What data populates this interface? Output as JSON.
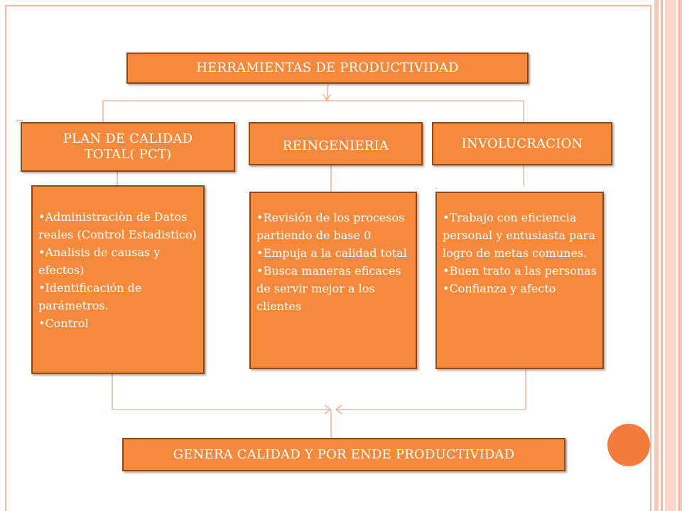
{
  "diagram": {
    "top": {
      "title": "HERRAMIENTAS DE PRODUCTIVIDAD"
    },
    "columns": [
      {
        "header": "PLAN DE CALIDAD TOTAL( PCT)",
        "items": [
          "Administraciòn de Datos reales (Control Estadistico)",
          "Analisis de causas y efectos)",
          "Identificación de parámetros.",
          "Control"
        ]
      },
      {
        "header": "REINGENIERIA",
        "items": [
          "Revisión de los procesos partiendo de base 0",
          "Empuja  a la calidad total",
          "Busca maneras eficaces de servir mejor a los clientes"
        ]
      },
      {
        "header": "INVOLUCRACION",
        "items": [
          "Trabajo con eficiencia personal y entusiasta para logro de metas comunes.",
          "Buen trato a las personas",
          "Confianza y afecto"
        ]
      }
    ],
    "bottom": {
      "title": "GENERA CALIDAD Y  POR ENDE PRODUCTIVIDAD"
    }
  },
  "colors": {
    "box_fill": "#f58a3c",
    "box_border": "#8e4a18",
    "accent_circle": "#f47b3e",
    "frame": "#f3b8a8",
    "connector": "#e8a98e"
  }
}
